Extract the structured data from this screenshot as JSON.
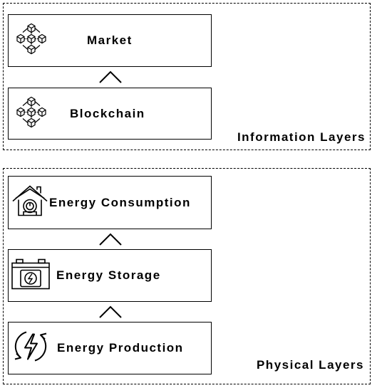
{
  "information_group": {
    "label": "Information Layers",
    "layers": {
      "market": {
        "label": "Market",
        "icon": "blockchain-network-icon"
      },
      "blockchain": {
        "label": "Blockchain",
        "icon": "blockchain-network-icon"
      }
    }
  },
  "physical_group": {
    "label": "Physical Layers",
    "layers": {
      "consumption": {
        "label": "Energy Consumption",
        "icon": "smart-home-icon"
      },
      "storage": {
        "label": "Energy Storage",
        "icon": "battery-icon"
      },
      "production": {
        "label": "Energy Production",
        "icon": "renewable-energy-icon"
      }
    }
  },
  "colors": {
    "line": "#000000",
    "background": "#ffffff"
  }
}
